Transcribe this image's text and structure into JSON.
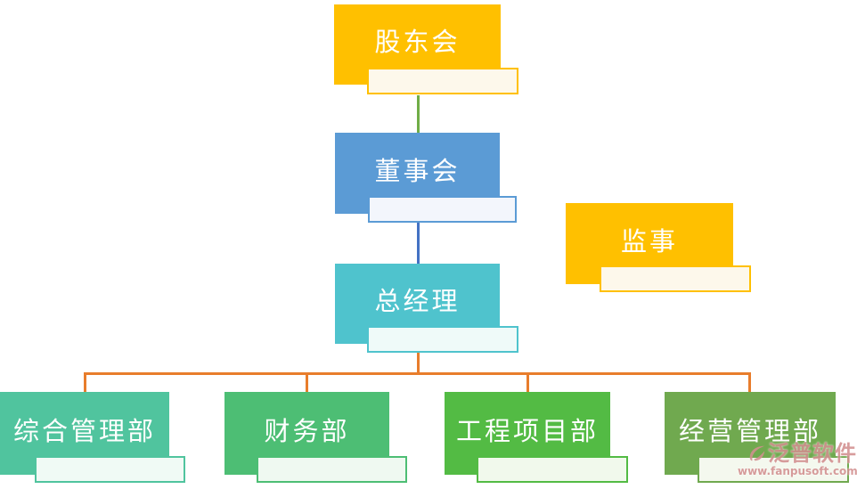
{
  "diagram": {
    "type": "org-chart",
    "nodes": [
      {
        "label": "股东会",
        "role": "shareholders-meeting",
        "color": "#FFC000",
        "sub_fill": "#FDF8EB",
        "sub_border": "#FFC000"
      },
      {
        "label": "董事会",
        "role": "board-of-directors",
        "color": "#5B9BD5",
        "sub_fill": "#F3F6FC",
        "sub_border": "#5B9BD5"
      },
      {
        "label": "监事",
        "role": "supervisor",
        "color": "#FFC000",
        "sub_fill": "#FDF8EB",
        "sub_border": "#FFC000"
      },
      {
        "label": "总经理",
        "role": "general-manager",
        "color": "#4FC3CD",
        "sub_fill": "#EFFAF9",
        "sub_border": "#4FC3CD"
      },
      {
        "label": "综合管理部",
        "role": "general-admin-dept",
        "color": "#50C49E",
        "sub_fill": "#F0FAF5",
        "sub_border": "#50C49E"
      },
      {
        "label": "财务部",
        "role": "finance-dept",
        "color": "#4DBE74",
        "sub_fill": "#EFF9F1",
        "sub_border": "#4DBE74"
      },
      {
        "label": "工程项目部",
        "role": "engineering-project-dept",
        "color": "#53BB44",
        "sub_fill": "#F1F9EC",
        "sub_border": "#53BB44"
      },
      {
        "label": "经营管理部",
        "role": "business-management-dept",
        "color": "#70A94F",
        "sub_fill": "#F4F8EE",
        "sub_border": "#70A94F"
      }
    ],
    "connectors": {
      "shareholders_to_board": "#70AD47",
      "board_to_gm": "#4472C4",
      "gm_to_departments": "#E87D2C"
    }
  },
  "watermark": {
    "brand": "泛普软件",
    "url": "www.fanpusoft.com",
    "color": "#D28F8F"
  }
}
